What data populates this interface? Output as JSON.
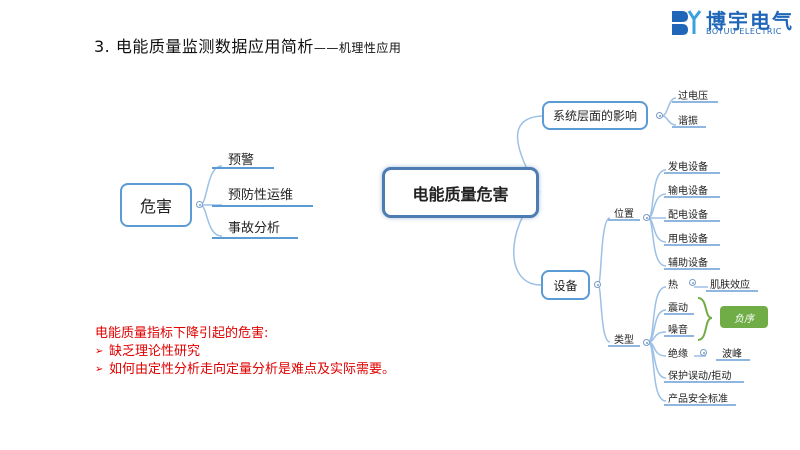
{
  "title": {
    "main": "3. 电能质量监测数据应用简析",
    "sub": "——机理性应用"
  },
  "logo": {
    "name_cn": "博宇电气",
    "name_en": "BOYUU ELECTRIC"
  },
  "center": "电能质量危害",
  "left": {
    "label": "危害",
    "items": [
      "预警",
      "预防性运维",
      "事故分析"
    ]
  },
  "system": {
    "label": "系统层面的影响",
    "items": [
      "过电压",
      "谐振"
    ]
  },
  "device": {
    "label": "设备",
    "position": {
      "label": "位置",
      "items": [
        "发电设备",
        "输电设备",
        "配电设备",
        "用电设备",
        "辅助设备"
      ]
    },
    "type": {
      "label": "类型",
      "heat": "热",
      "skin_effect": "肌肤效应",
      "vibration": "震动",
      "noise": "噪音",
      "insulation": "绝缘",
      "wave_peak": "波峰",
      "protection": "保护误动/拒动",
      "safety": "产品安全标准",
      "negative_sequence": "负序"
    }
  },
  "notes": {
    "heading": "电能质量指标下降引起的危害:",
    "bullet_icon": "➢",
    "items": [
      "缺乏理论性研究",
      "如何由定性分析走向定量分析是难点及实际需要。"
    ]
  },
  "colors": {
    "line": "#5b9bd5",
    "center_border": "#4d7cb2",
    "notes": "#e00000",
    "brand": "#1f66b8",
    "negseq": "#70ad47"
  }
}
